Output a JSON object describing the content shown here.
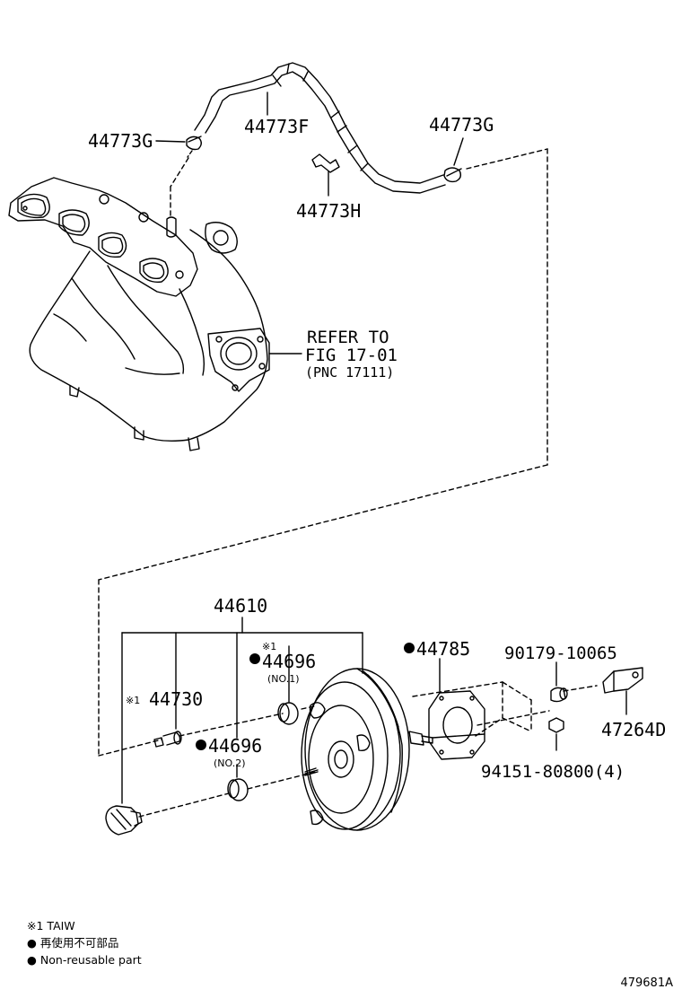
{
  "labels": {
    "hose_clamp_left": "44773G",
    "hose": "44773F",
    "hose_clamp_right": "44773G",
    "hose_clip": "44773H",
    "refer_line1": "REFER TO",
    "refer_line2": "FIG 17-01",
    "refer_line3": "(PNC 17111)",
    "booster_assy": "44610",
    "grommet_no1_mark": "※1",
    "grommet_no1": "44696",
    "grommet_no1_sub": "(NO.1)",
    "check_valve_mark": "※1",
    "check_valve": "44730",
    "grommet_no2": "44696",
    "grommet_no2_sub": "(NO.2)",
    "gasket": "44785",
    "pin": "90179-10065",
    "clevis": "47264D",
    "nut": "94151-80800(4)"
  },
  "legend": {
    "note1": "※1 TAIW",
    "note2": "再使用不可部品",
    "note3": "Non-reusable part"
  },
  "drawing_code": "479681A"
}
